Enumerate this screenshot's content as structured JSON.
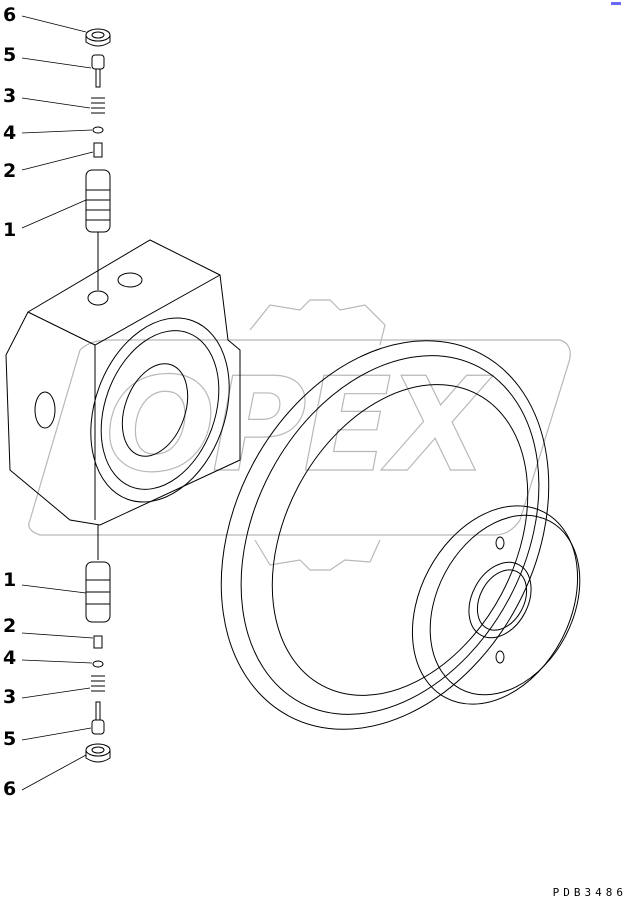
{
  "diagram": {
    "type": "exploded parts diagram",
    "drawing_code": "PDB3486",
    "watermark": "OPEX",
    "watermark_color": "#b4b4b4",
    "line_color": "#000000",
    "background": "#ffffff"
  },
  "callouts_top": [
    {
      "label": "6",
      "part": "nut"
    },
    {
      "label": "5",
      "part": "plunger"
    },
    {
      "label": "3",
      "part": "spring"
    },
    {
      "label": "4",
      "part": "o-ring"
    },
    {
      "label": "2",
      "part": "poppet"
    },
    {
      "label": "1",
      "part": "valve sleeve"
    }
  ],
  "callouts_bottom": [
    {
      "label": "1",
      "part": "valve sleeve"
    },
    {
      "label": "2",
      "part": "poppet"
    },
    {
      "label": "4",
      "part": "o-ring"
    },
    {
      "label": "3",
      "part": "spring"
    },
    {
      "label": "5",
      "part": "plunger"
    },
    {
      "label": "6",
      "part": "nut"
    }
  ],
  "assemblies": [
    {
      "name": "valve-block-housing"
    },
    {
      "name": "motor-case-hub"
    }
  ]
}
